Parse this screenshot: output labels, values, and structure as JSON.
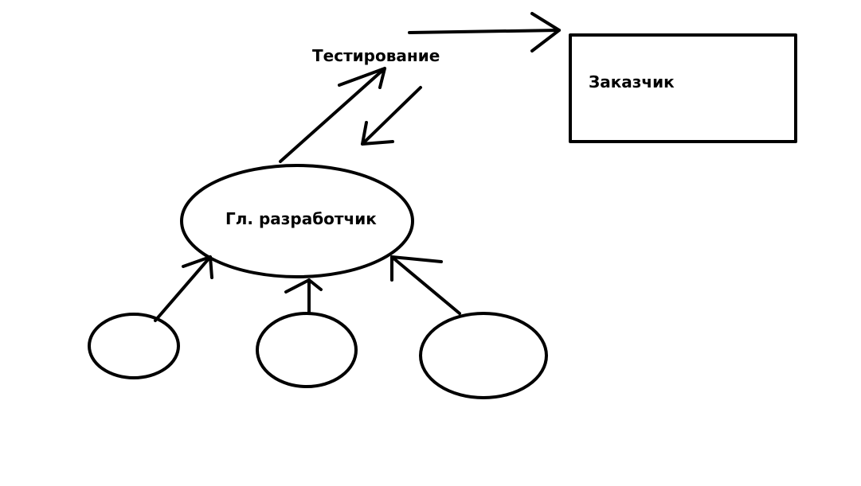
{
  "diagram": {
    "nodes": {
      "testing": {
        "label": "Тестирование"
      },
      "customer": {
        "label": "Заказчик"
      },
      "lead_dev": {
        "label": "Гл. разработчик"
      },
      "dev_1": {
        "label": ""
      },
      "dev_2": {
        "label": ""
      },
      "dev_3": {
        "label": ""
      }
    },
    "edges": [
      {
        "from": "lead_dev",
        "to": "testing"
      },
      {
        "from": "testing",
        "to": "lead_dev"
      },
      {
        "from": "testing",
        "to": "customer"
      },
      {
        "from": "dev_1",
        "to": "lead_dev"
      },
      {
        "from": "dev_2",
        "to": "lead_dev"
      },
      {
        "from": "dev_3",
        "to": "lead_dev"
      }
    ],
    "colors": {
      "stroke": "#000000",
      "background": "#ffffff"
    }
  }
}
